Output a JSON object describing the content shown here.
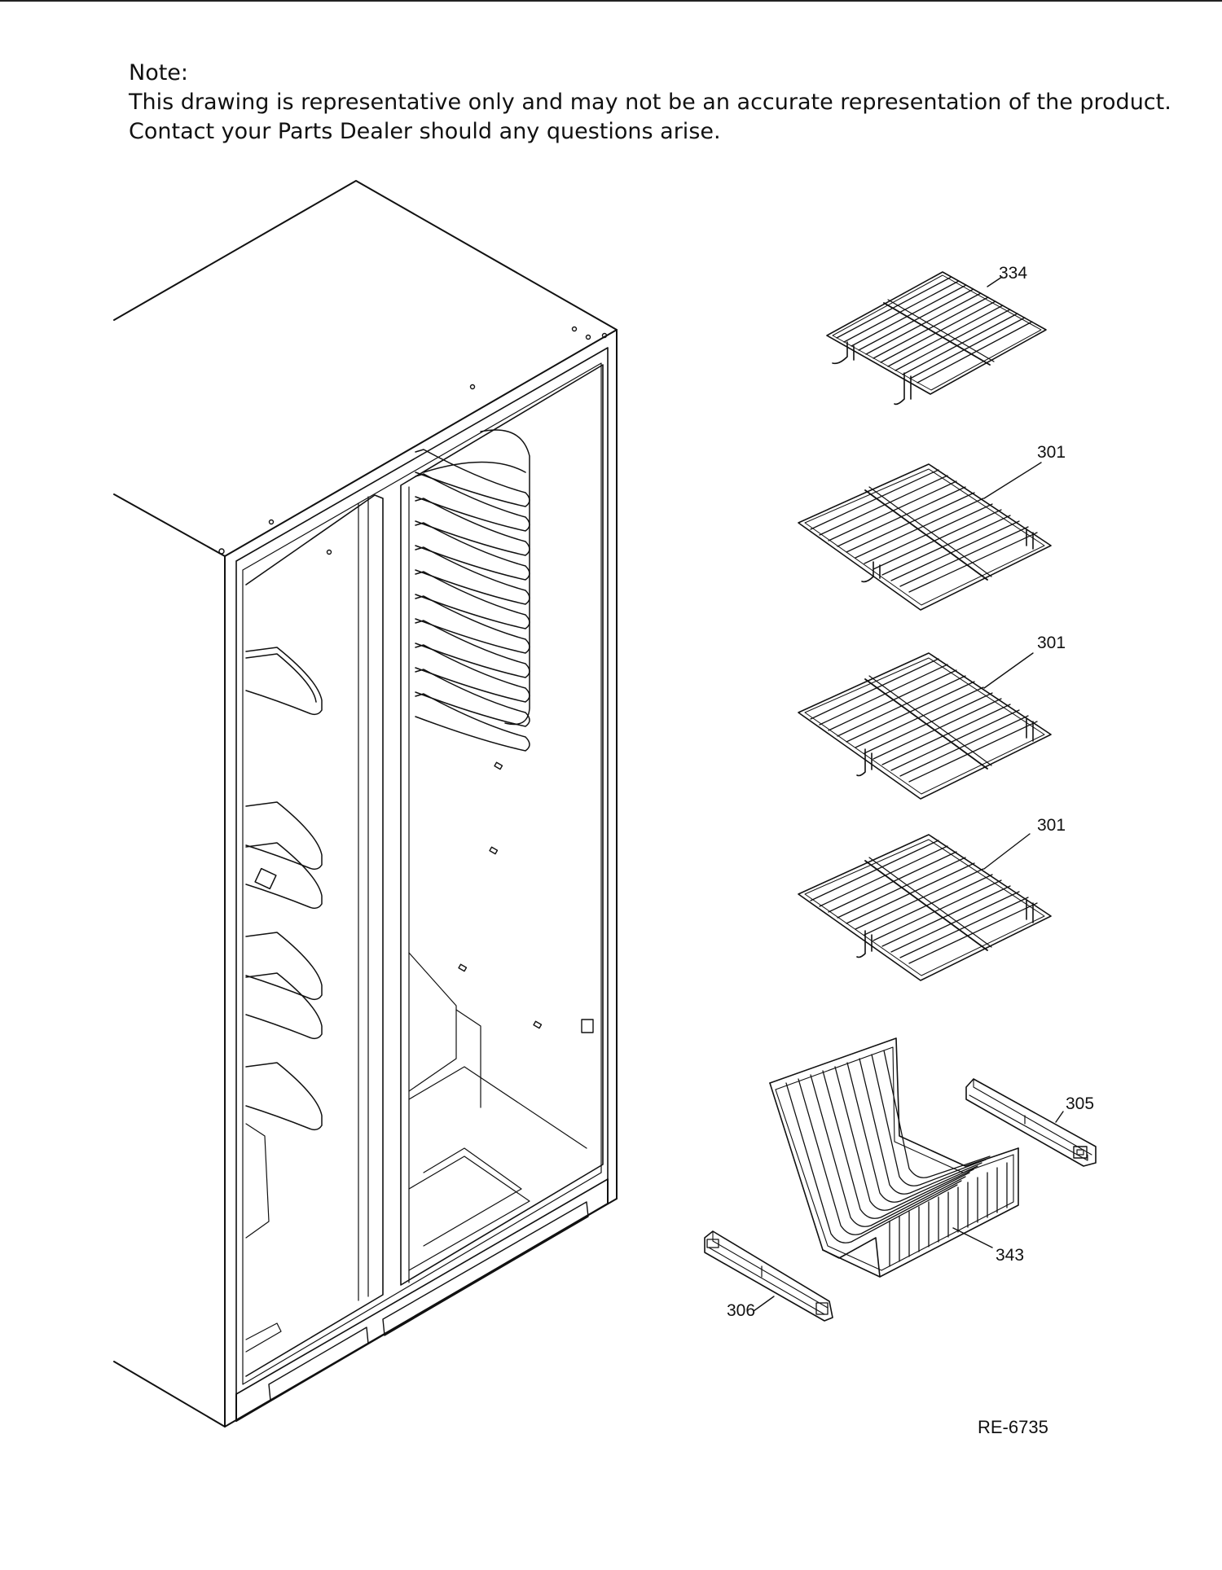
{
  "note": {
    "heading": "Note:",
    "line1": "This drawing is representative only and may not be an accurate representation of the product.",
    "line2": "Contact your Parts Dealer should any questions arise."
  },
  "callouts": {
    "shelf_top": "334",
    "shelf_a": "301",
    "shelf_b": "301",
    "shelf_c": "301",
    "slide_right": "305",
    "basket": "343",
    "slide_left": "306"
  },
  "reference": "RE-6735"
}
